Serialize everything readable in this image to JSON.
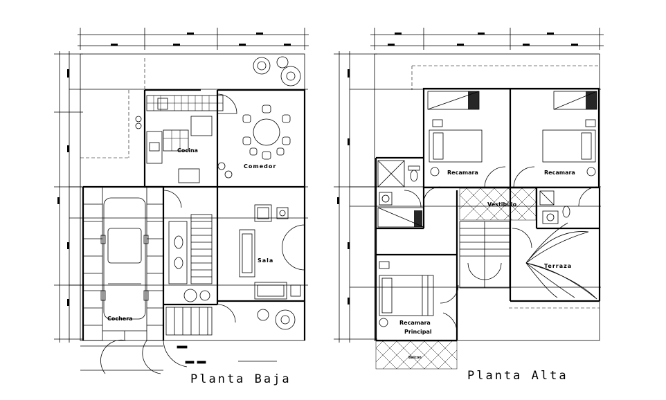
{
  "ground_floor": {
    "title": "Planta Baja",
    "rooms": {
      "kitchen": "Cocina",
      "dining": "Comedor",
      "living": "Sala",
      "garage": "Cochera"
    }
  },
  "upper_floor": {
    "title": "Planta Alta",
    "rooms": {
      "bedroom_left": "Recamara",
      "bedroom_right": "Recamara",
      "lobby": "Vestibulo",
      "terrace": "Terraza",
      "master_line1": "Recamara",
      "master_line2": "Principal",
      "balcony": "Balcon"
    }
  },
  "icons": [
    "tree-icon",
    "car-icon",
    "bed-icon",
    "sofa-icon",
    "dining-table-icon",
    "toilet-icon",
    "sink-icon",
    "stair-icon"
  ]
}
